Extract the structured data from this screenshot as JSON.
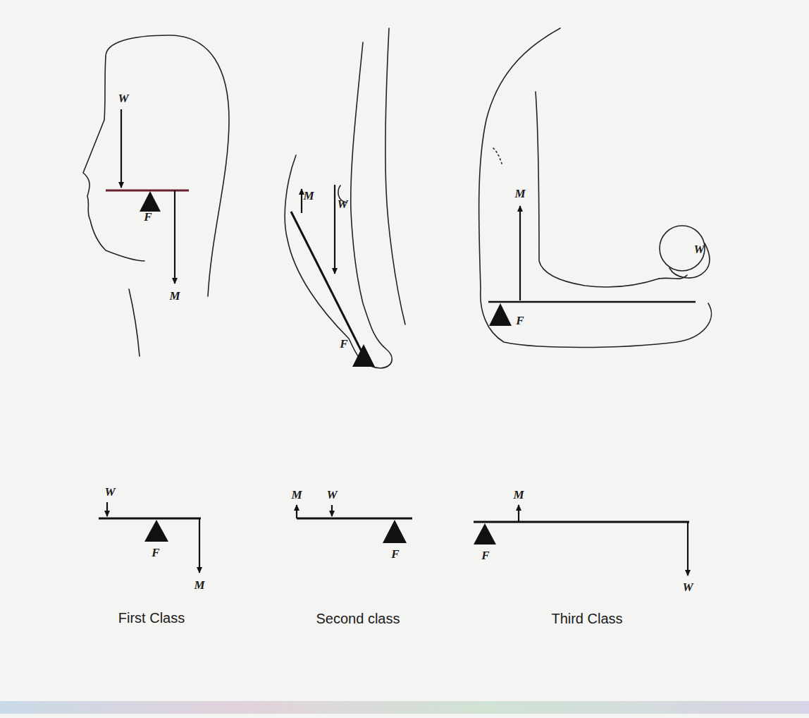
{
  "diagram": {
    "labels": [
      "W",
      "F",
      "M",
      "M",
      "W",
      "F",
      "M",
      "W",
      "F",
      "W",
      "F",
      "M",
      "M",
      "W",
      "F",
      "M",
      "F",
      "W",
      "First Class",
      "Second class",
      "Third Class"
    ]
  }
}
